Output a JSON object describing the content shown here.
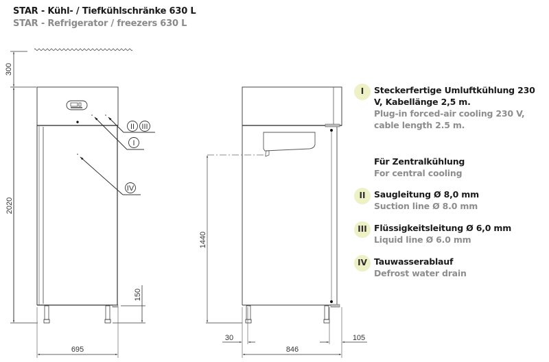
{
  "header": {
    "title_de": "STAR - Kühl- / Tiefkühlschränke 630 L",
    "title_en": "STAR - Refrigerator / freezers 630 L"
  },
  "front_view": {
    "dimensions": {
      "top_clearance": "300",
      "height": "2020",
      "leg_height": "150",
      "width": "695"
    },
    "callouts": [
      "II",
      "III",
      "I",
      "IV"
    ]
  },
  "side_view": {
    "dimensions": {
      "drain_height": "1440",
      "left_offset": "30",
      "depth": "846",
      "right_offset": "105"
    }
  },
  "legend": {
    "items": [
      {
        "badge": "I",
        "de": "Steckerfertige Umluftkühlung 230 V, Kabellänge 2,5 m.",
        "en": "Plug-in forced-air cooling 230 V, cable length 2.5 m."
      },
      {
        "badge": "",
        "de": "Für Zentralkühlung",
        "en": "For central cooling"
      },
      {
        "badge": "II",
        "de": "Saugleitung Ø 8,0 mm",
        "en": "Suction line Ø 8.0 mm"
      },
      {
        "badge": "III",
        "de": "Flüssigkeitsleitung Ø 6,0 mm",
        "en": "Liquid line Ø 6.0 mm"
      },
      {
        "badge": "IV",
        "de": "Tauwasserablauf",
        "en": "Defrost water drain"
      }
    ]
  },
  "colors": {
    "badge_bg": "#eef0c6",
    "line": "#333333",
    "text_primary": "#1a1a1a",
    "text_secondary": "#8d8d8d"
  }
}
